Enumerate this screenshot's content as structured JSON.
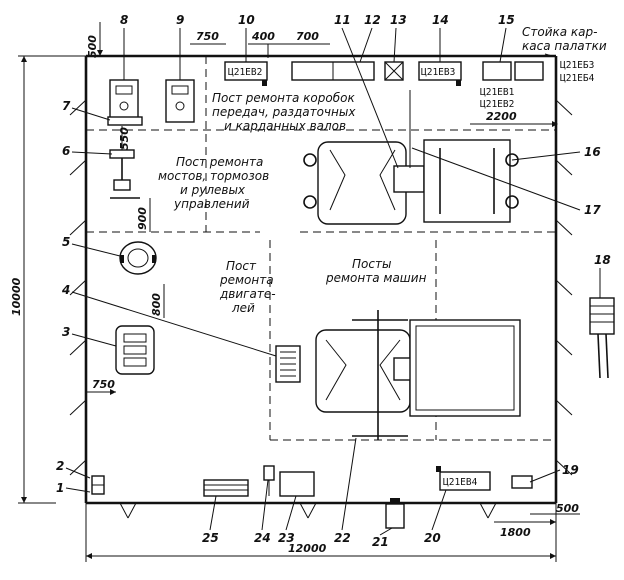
{
  "callouts": [
    "1",
    "2",
    "3",
    "4",
    "5",
    "6",
    "7",
    "8",
    "9",
    "10",
    "11",
    "12",
    "13",
    "14",
    "15",
    "16",
    "17",
    "18",
    "19",
    "20",
    "21",
    "22",
    "23",
    "24",
    "25"
  ],
  "zones": {
    "gearbox_line1": "Пост ремонта коробок",
    "gearbox_line2": "передач, раздаточных",
    "gearbox_line3": "и карданных валов",
    "axle_line1": "Пост ремонта",
    "axle_line2": "мостов, тормозов",
    "axle_line3": "и рулевых",
    "axle_line4": "управлений",
    "engine_line1": "Пост",
    "engine_line2": "ремонта",
    "engine_line3": "двигате-",
    "engine_line4": "лей",
    "machines_line1": "Посты",
    "machines_line2": "ремонта машин",
    "tent_line1": "Стойка кар-",
    "tent_line2": "каса палатки"
  },
  "codes": {
    "c10": "Ц21ЕВ2",
    "c14": "Ц21ЕВ3",
    "c15a": "Ц21ЕВ1",
    "c15b": "Ц21ЕВ2",
    "c20": "Ц21ЕВ4",
    "r1": "Ц21ЕБ3",
    "r2": "Ц21ЕБ4"
  },
  "dimensions": {
    "top_500": "500",
    "d750_top": "750",
    "d400": "400",
    "d700": "700",
    "d2200": "2200",
    "d550": "550",
    "d900": "900",
    "d800": "800",
    "d750_left": "750",
    "d10000": "10000",
    "d12000": "12000",
    "d1800": "1800",
    "d500_bottom": "500"
  }
}
